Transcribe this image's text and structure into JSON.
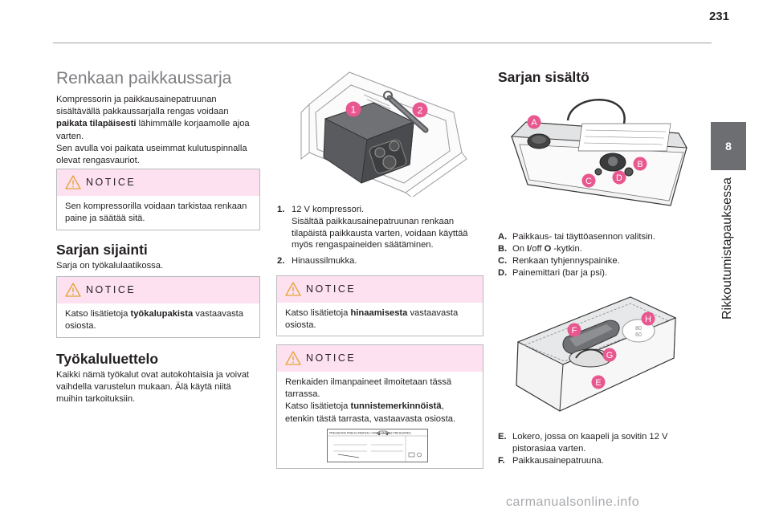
{
  "header": {
    "page_number": "231",
    "chapter_number": "8",
    "chapter_title": "Rikkoutumistapauksessa"
  },
  "col1": {
    "title": "Renkaan paikkaussarja",
    "intro_lines": [
      "Kompressorin ja paikkausainepatruunan",
      "sisältävällä pakkaussarjalla rengas voidaan",
      "lähimmälle korjaamolle ajoa",
      "varten.",
      "Sen avulla voi paikata useimmat kulutuspinnalla",
      "olevat rengasvauriot."
    ],
    "intro_bold": "paikata tilapäisesti",
    "notice1": {
      "label": "NOTICE",
      "lines": [
        "Sen kompressorilla voidaan tarkistaa renkaan",
        "paine ja säätää sitä."
      ]
    },
    "location_title": "Sarjan sijainti",
    "location_text": "Sarja on työkalulaatikossa.",
    "notice2": {
      "label": "NOTICE",
      "line1_pre": "Katso lisätietoja ",
      "line1_bold": "työkalupakista",
      "line1_post": " vastaavasta",
      "line2": "osiosta."
    },
    "tools_title": "Työkaluluettelo",
    "tools_lines": [
      "Kaikki nämä työkalut ovat autokohtaisia ja voivat",
      "vaihdella varustelun mukaan. Älä käytä niitä",
      "muihin tarkoituksiin."
    ]
  },
  "col2": {
    "figure_callouts": [
      "1",
      "2"
    ],
    "items": [
      {
        "key": "1.",
        "lines": [
          "12 V kompressori.",
          "Sisältää paikkausainepatruunan renkaan",
          "tilapäistä paikkausta varten, voidaan käyttää",
          "myös rengaspaineiden säätäminen."
        ]
      },
      {
        "key": "2.",
        "lines": [
          "Hinaussilmukka."
        ]
      }
    ],
    "notice3": {
      "label": "NOTICE",
      "line1_pre": "Katso lisätietoja ",
      "line1_bold": "hinaamisesta",
      "line1_post": " vastaavasta",
      "line2": "osiosta."
    },
    "notice4": {
      "label": "NOTICE",
      "line1": "Renkaiden ilmanpaineet ilmoitetaan tässä",
      "line2": "tarrassa.",
      "line3_pre": "Katso lisätietoja ",
      "line3_bold": "tunnistemerkinnöistä",
      "line3_post": ",",
      "line4": "etenkin tästä tarrasta, vastaavasta osiosta.",
      "sticker_text": "PRESSIONS PNEUS /REIFEN / CIRCA / TYRES PRESSURES"
    }
  },
  "col3": {
    "title": "Sarjan sisältö",
    "figure1_callouts": [
      "A",
      "B",
      "C",
      "D"
    ],
    "items_a": [
      {
        "key": "A.",
        "text": "Paikkaus- tai täyttöasennon valitsin."
      },
      {
        "key": "B.",
        "pre": "On ",
        "b1": "I",
        "mid": "/off ",
        "b2": "O",
        "post": " -kytkin."
      },
      {
        "key": "C.",
        "text": "Renkaan tyhjennyspainike."
      },
      {
        "key": "D.",
        "text": "Painemittari (bar ja psi)."
      }
    ],
    "figure2_callouts": [
      "E",
      "F",
      "G",
      "H"
    ],
    "items_e": [
      {
        "key": "E.",
        "lines": [
          "Lokero, jossa on kaapeli ja sovitin 12 V",
          "pistorasiaa varten."
        ]
      },
      {
        "key": "F.",
        "lines": [
          "Paikkausainepatruuna."
        ]
      }
    ]
  },
  "footer": {
    "watermark": "carmanualsonline.info"
  },
  "colors": {
    "callout_pink": "#e8578f",
    "notice_bg": "#fde1f0",
    "tab_gray": "#6d6e71",
    "title_gray": "#7c7d80"
  }
}
